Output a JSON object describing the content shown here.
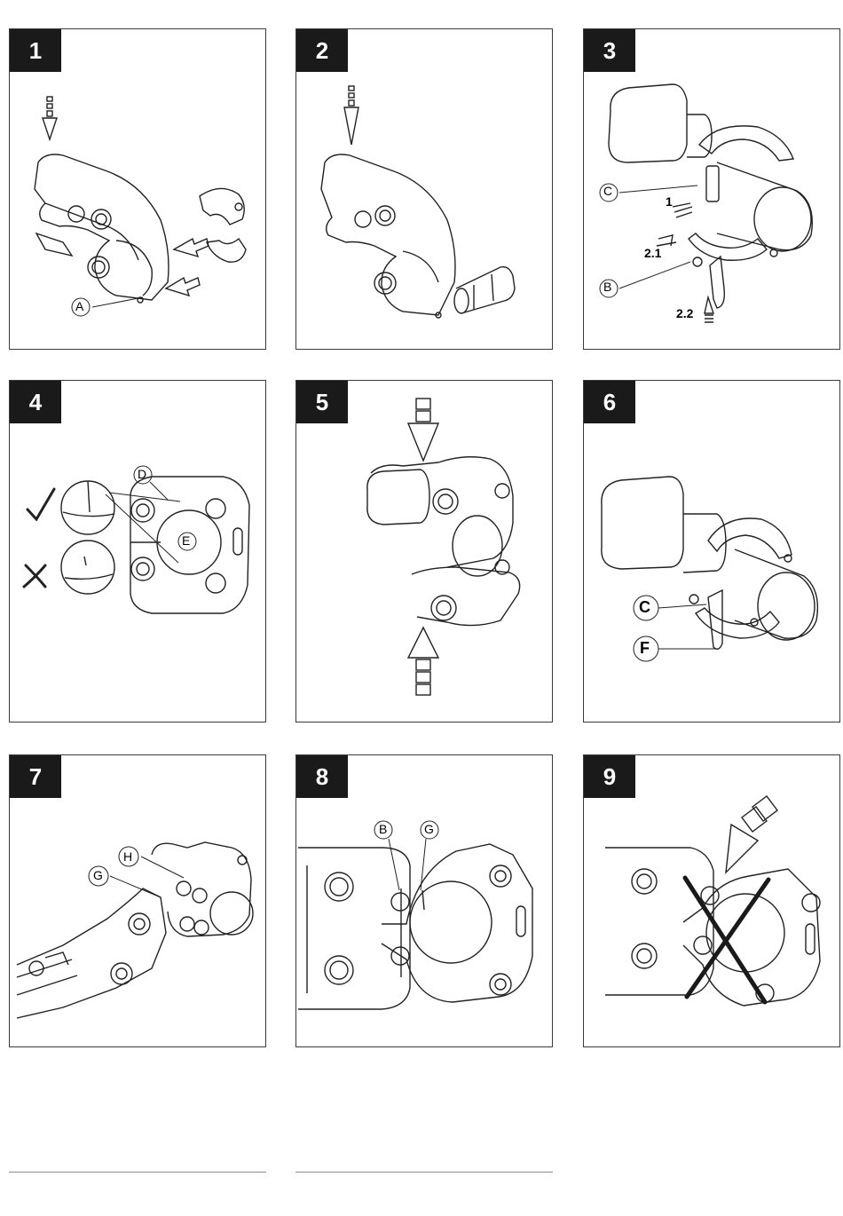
{
  "panels": [
    {
      "number": "1",
      "labels": {
        "a": "A"
      }
    },
    {
      "number": "2",
      "labels": {}
    },
    {
      "number": "3",
      "labels": {
        "c": "C",
        "b": "B",
        "step1": "1",
        "step21": "2.1",
        "step22": "2.2"
      }
    },
    {
      "number": "4",
      "labels": {
        "d": "D",
        "e": "E"
      }
    },
    {
      "number": "5",
      "labels": {}
    },
    {
      "number": "6",
      "labels": {
        "c": "C",
        "f": "F"
      }
    },
    {
      "number": "7",
      "labels": {
        "h": "H",
        "g": "G"
      }
    },
    {
      "number": "8",
      "labels": {
        "b": "B",
        "g": "G"
      }
    },
    {
      "number": "9",
      "labels": {}
    }
  ]
}
